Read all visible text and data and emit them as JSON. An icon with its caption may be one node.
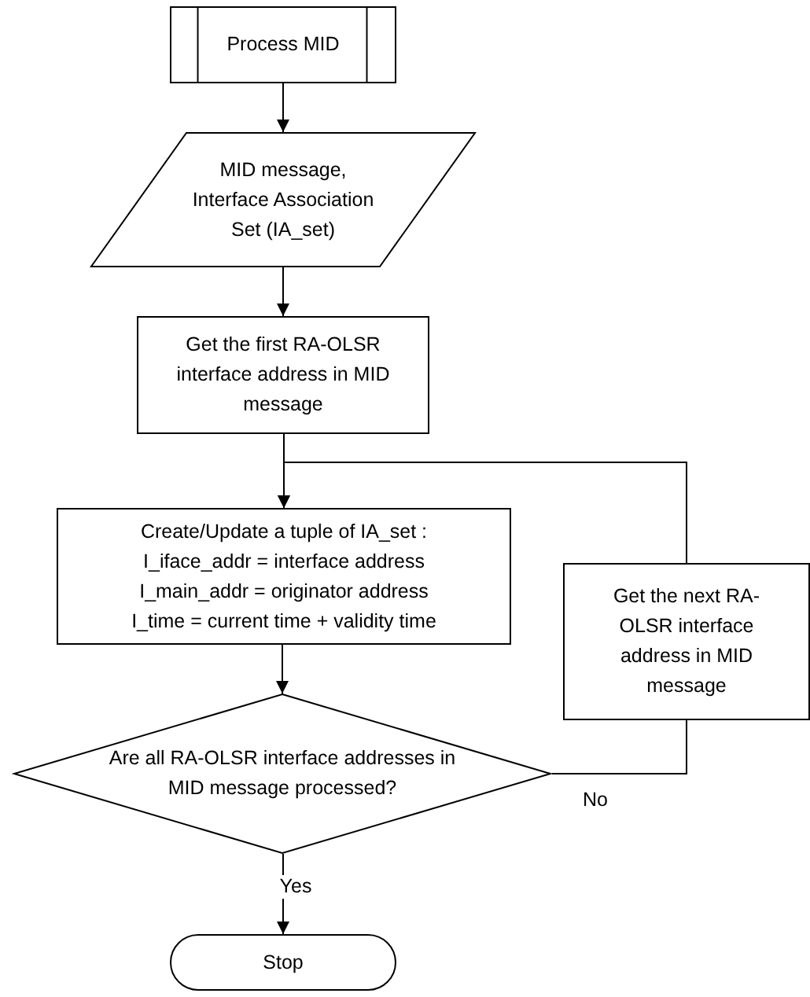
{
  "diagram": {
    "nodes": [
      {
        "text": [
          "Process MID"
        ]
      },
      {
        "text": [
          "MID message, Interface Association Set (IA_set)"
        ]
      },
      {
        "text": [
          "Get the first RA-OLSR interface address in MID message"
        ]
      },
      {
        "text": [
          "Create/Update a tuple of IA_set :",
          "I_iface_addr = interface address",
          "I_main_addr = originator address",
          "I_time = current time + validity time"
        ]
      },
      {
        "text": [
          "Are all RA-OLSR interface addresses in MID message processed?"
        ]
      },
      {
        "text": [
          "Get the next RA-OLSR interface address in MID message"
        ]
      },
      {
        "text": [
          "Stop"
        ]
      }
    ],
    "edges": [
      {
        "from": 0,
        "to": 1,
        "arrow": "to"
      },
      {
        "from": 1,
        "to": 2,
        "arrow": "to"
      },
      {
        "from": 2,
        "to": 3,
        "arrow": "to"
      },
      {
        "from": 3,
        "to": 4,
        "arrow": "to"
      },
      {
        "from": 4,
        "to": 6,
        "arrow": "to",
        "label": "Yes"
      },
      {
        "from": 4,
        "to": 5,
        "arrow": "none",
        "label": "No"
      },
      {
        "from": 5,
        "to": 3,
        "arrow": "to"
      }
    ]
  }
}
